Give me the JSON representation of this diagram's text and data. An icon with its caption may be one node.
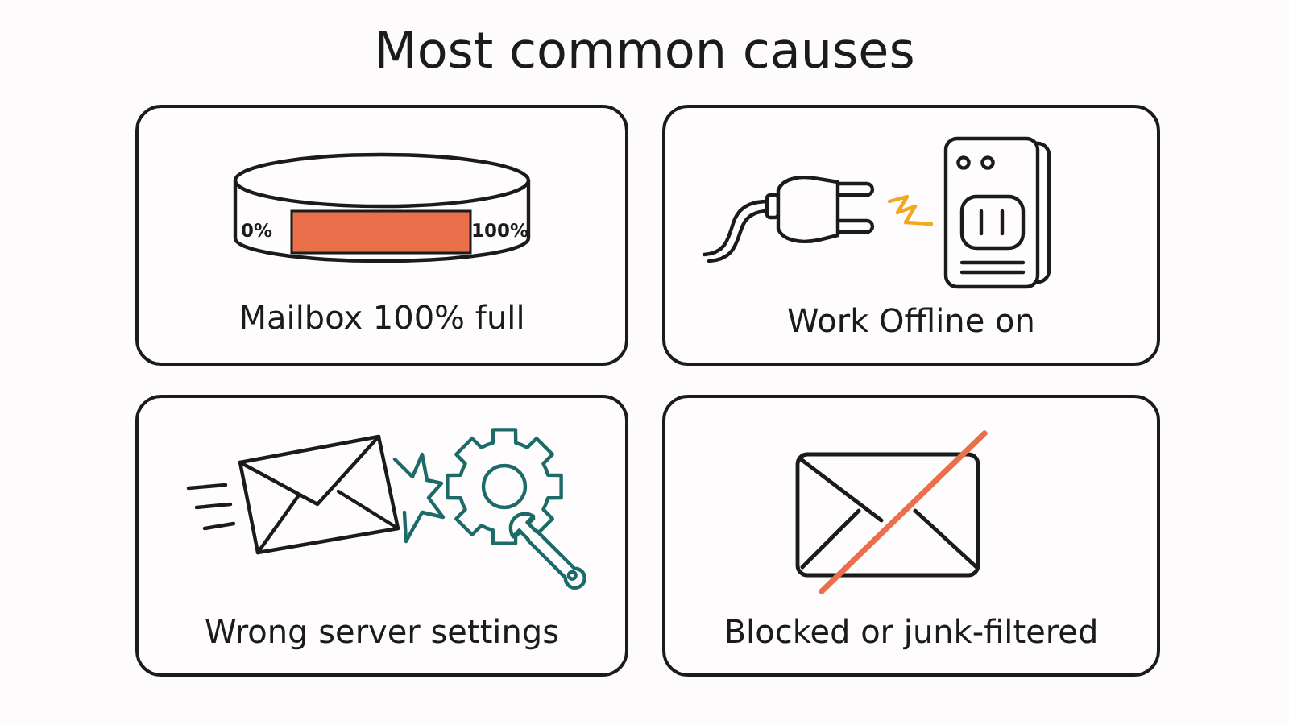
{
  "diagram": {
    "title": "Most common causes",
    "nodes": [
      {
        "text": [
          "Mailbox 100% full"
        ]
      },
      {
        "text": [
          "Work Offline on"
        ]
      },
      {
        "text": [
          "Wrong server settings"
        ]
      },
      {
        "text": [
          "Blocked or junk-filtered"
        ]
      }
    ],
    "labels": [
      "0%",
      "100%"
    ]
  }
}
